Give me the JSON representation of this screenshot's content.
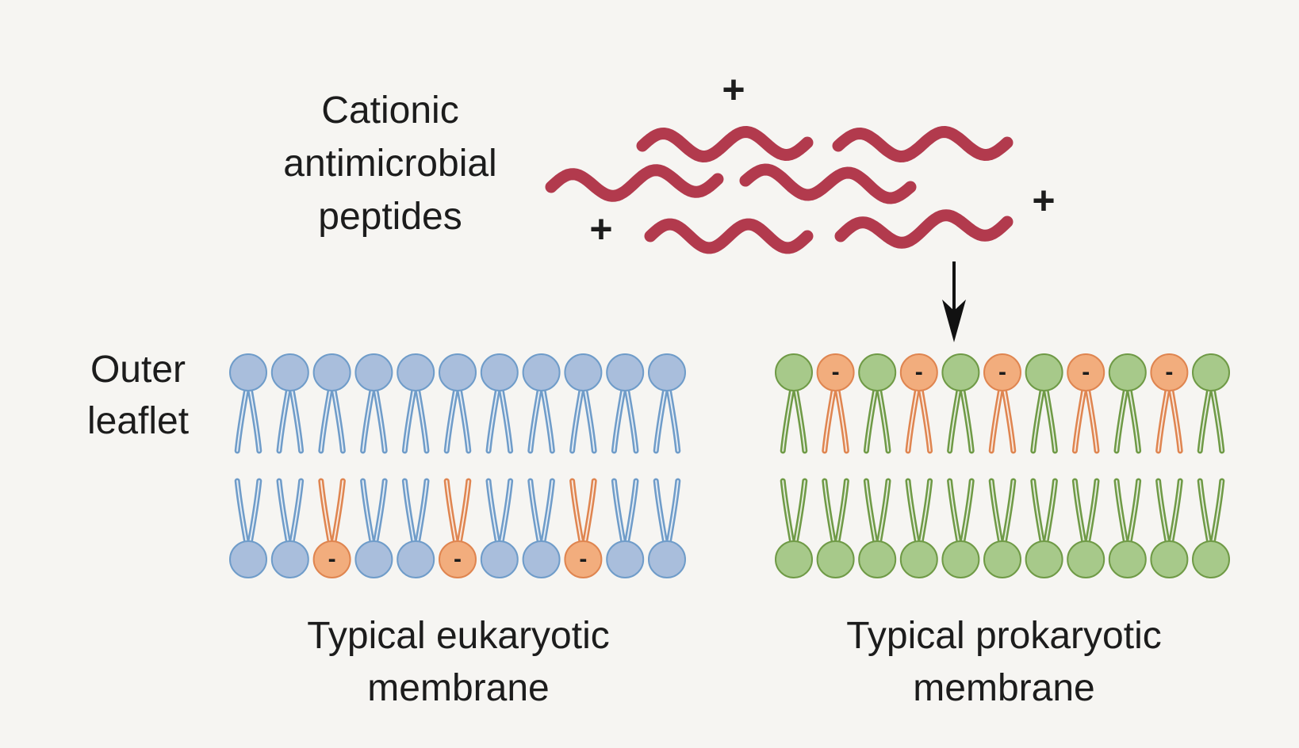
{
  "title_lines": [
    "Cationic",
    "antimicrobial",
    "peptides"
  ],
  "charge_plus": "+",
  "charge_minus": "-",
  "outer_leaflet_lines": [
    "Outer",
    "leaflet"
  ],
  "eukaryotic_label_lines": [
    "Typical eukaryotic",
    "membrane"
  ],
  "prokaryotic_label_lines": [
    "Typical prokaryotic",
    "membrane"
  ],
  "colors": {
    "background": "#f6f5f2",
    "peptide": "#b23a4d",
    "neutral_lipid_eukaryotic": "#a9bedc",
    "neutral_lipid_eukaryotic_stroke": "#6f9cc9",
    "neutral_lipid_prokaryotic": "#a7c98a",
    "neutral_lipid_prokaryotic_stroke": "#6f9a46",
    "anionic_lipid": "#f2ad7d",
    "anionic_lipid_stroke": "#df8550"
  },
  "eukaryotic_membrane": {
    "outer_leaflet": [
      "n",
      "n",
      "n",
      "n",
      "n",
      "n",
      "n",
      "n",
      "n",
      "n",
      "n"
    ],
    "inner_leaflet": [
      "n",
      "n",
      "a",
      "n",
      "n",
      "a",
      "n",
      "n",
      "a",
      "n",
      "n"
    ]
  },
  "prokaryotic_membrane": {
    "outer_leaflet": [
      "n",
      "a",
      "n",
      "a",
      "n",
      "a",
      "n",
      "a",
      "n",
      "a",
      "n"
    ],
    "inner_leaflet": [
      "n",
      "n",
      "n",
      "n",
      "n",
      "n",
      "n",
      "n",
      "n",
      "n",
      "n"
    ]
  }
}
